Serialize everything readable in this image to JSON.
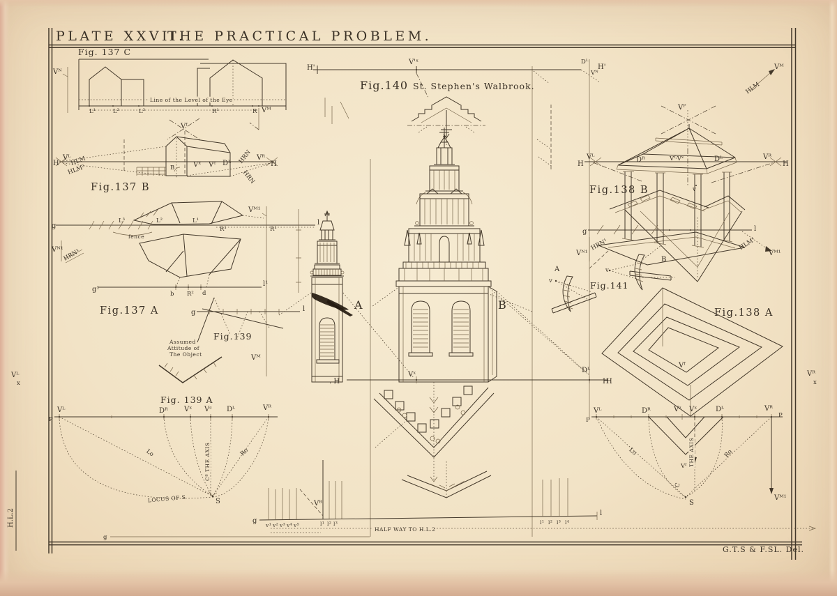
{
  "page": {
    "plate": "PLATE XXVII.",
    "title": "THE PRACTICAL PROBLEM.",
    "credit": "G.T.S & F.SL. Del."
  },
  "margins": {
    "left_v": "Vᴸ",
    "left_x": "x",
    "left_hl2": "H.L.2",
    "right_v": "Vᴿ",
    "right_x": "x",
    "bottom_g": "g"
  },
  "topright": {
    "hlm": "HLM",
    "vm": "Vᴹ"
  },
  "fig137c": {
    "label": "Fig. 137 C",
    "eyeline": "Line of the Level of the Eye",
    "vn": "Vᴺ",
    "vm": "Vᴹ",
    "t1": "L¹",
    "t2": "L²",
    "t3": "L³",
    "t4": "R¹",
    "t5": "R"
  },
  "fig137b": {
    "label": "Fig.137 B",
    "h_l": "H",
    "vl": "Vᴸ",
    "hlm": "HLM",
    "hlm2": "HLM²",
    "vf": "Vᶠ",
    "b": "B",
    "vx": "Vˣ",
    "vc": "Vᶜ",
    "dl": "Dᴸ",
    "hrn_u": "HRN",
    "hrn_d": "HRN",
    "vr": "Vᴿ",
    "h_r": "H"
  },
  "fig137a": {
    "label": "Fig.137 A",
    "g": "g",
    "l": "l",
    "fence": "fence",
    "t1": "L³",
    "t2": "L²",
    "t3": "L¹",
    "r1": "R¹",
    "r2": "R¹",
    "vm1": "Vᴹ¹",
    "vn1": "Vᴺ¹",
    "hrn1": "HRN¹",
    "g1": "g¹",
    "l1": "l¹",
    "b": "b",
    "rr": "R²",
    "d": "d"
  },
  "fig139": {
    "label": "Fig.139",
    "g": "g",
    "l": "l",
    "a1": "Assumed",
    "a2": "Attitude of",
    "a3": "The Object",
    "vm": "Vᴹ"
  },
  "fig139a": {
    "label": "Fig. 139 A",
    "p": "P",
    "vl": "Vᴸ",
    "dr": "Dᴿ",
    "vx": "Vˣ",
    "vc": "Vᶜ",
    "dl": "Dᴸ",
    "vr": "Vᴿ",
    "lo": "Lo",
    "ro": "Ro",
    "axis": "Cº THE AXIS",
    "locus": "LOCUS OF S",
    "s": "S"
  },
  "fig140": {
    "label": "Fig.140",
    "subtitle": "St. Stephen's Walbrook.",
    "hl": "H'",
    "vxt": "V'ˣ",
    "dlt": "Dᴸ",
    "vnt": "Vᴺ",
    "hrt": "H'",
    "a": "A",
    "b": "B",
    "hdot": ". H",
    "vx": "Vˣ",
    "dl": "Dᴸ",
    "h": "H",
    "g": "g",
    "l": "l",
    "vb": "Vᴮ",
    "halfway": "HALF WAY TO H.L.2",
    "v1": "v¹",
    "v2": "v²",
    "v3": "v³",
    "v4": "v⁴",
    "v5": "v⁵",
    "m1": "l¹",
    "m2": "l²",
    "m3": "l³",
    "r1": "l¹",
    "r2": "l²",
    "r3": "l³",
    "r4": "l⁴"
  },
  "fig138b": {
    "label": "Fig.138 B",
    "vp": "Vᴾ",
    "h_l": "H",
    "vl": "Vᴸ",
    "dr": "Dᴿ",
    "vfvx": "Vᶠ·Vˣ",
    "dl": "Dᴸ",
    "vr": "Vᴿ",
    "h_r": "H",
    "v": "v",
    "g": "g",
    "l": "l",
    "hlm1": "HLM¹",
    "vm1": "Vᴹ¹",
    "vn1": "Vᴺ¹",
    "hrn1": "HRN¹"
  },
  "fig141": {
    "label": "Fig.141",
    "a": "A",
    "b": "B",
    "v1": "v",
    "v2": "v"
  },
  "fig138a": {
    "label": "Fig.138 A",
    "vf": "Vᶠ",
    "h": "H",
    "pl": "P",
    "vl": "Vᴸ",
    "dr": "Dᴿ",
    "vz": "Vᶻ",
    "vx": "Vˣ",
    "dl": "Dᴸ",
    "vr": "Vᴿ",
    "pr": "P",
    "lo": "Lo",
    "ro": "Ro",
    "axis": "THE AXIS",
    "vf2": "Vᶠ",
    "c": "C",
    "s": "S",
    "vm1": "Vᴹ¹"
  }
}
